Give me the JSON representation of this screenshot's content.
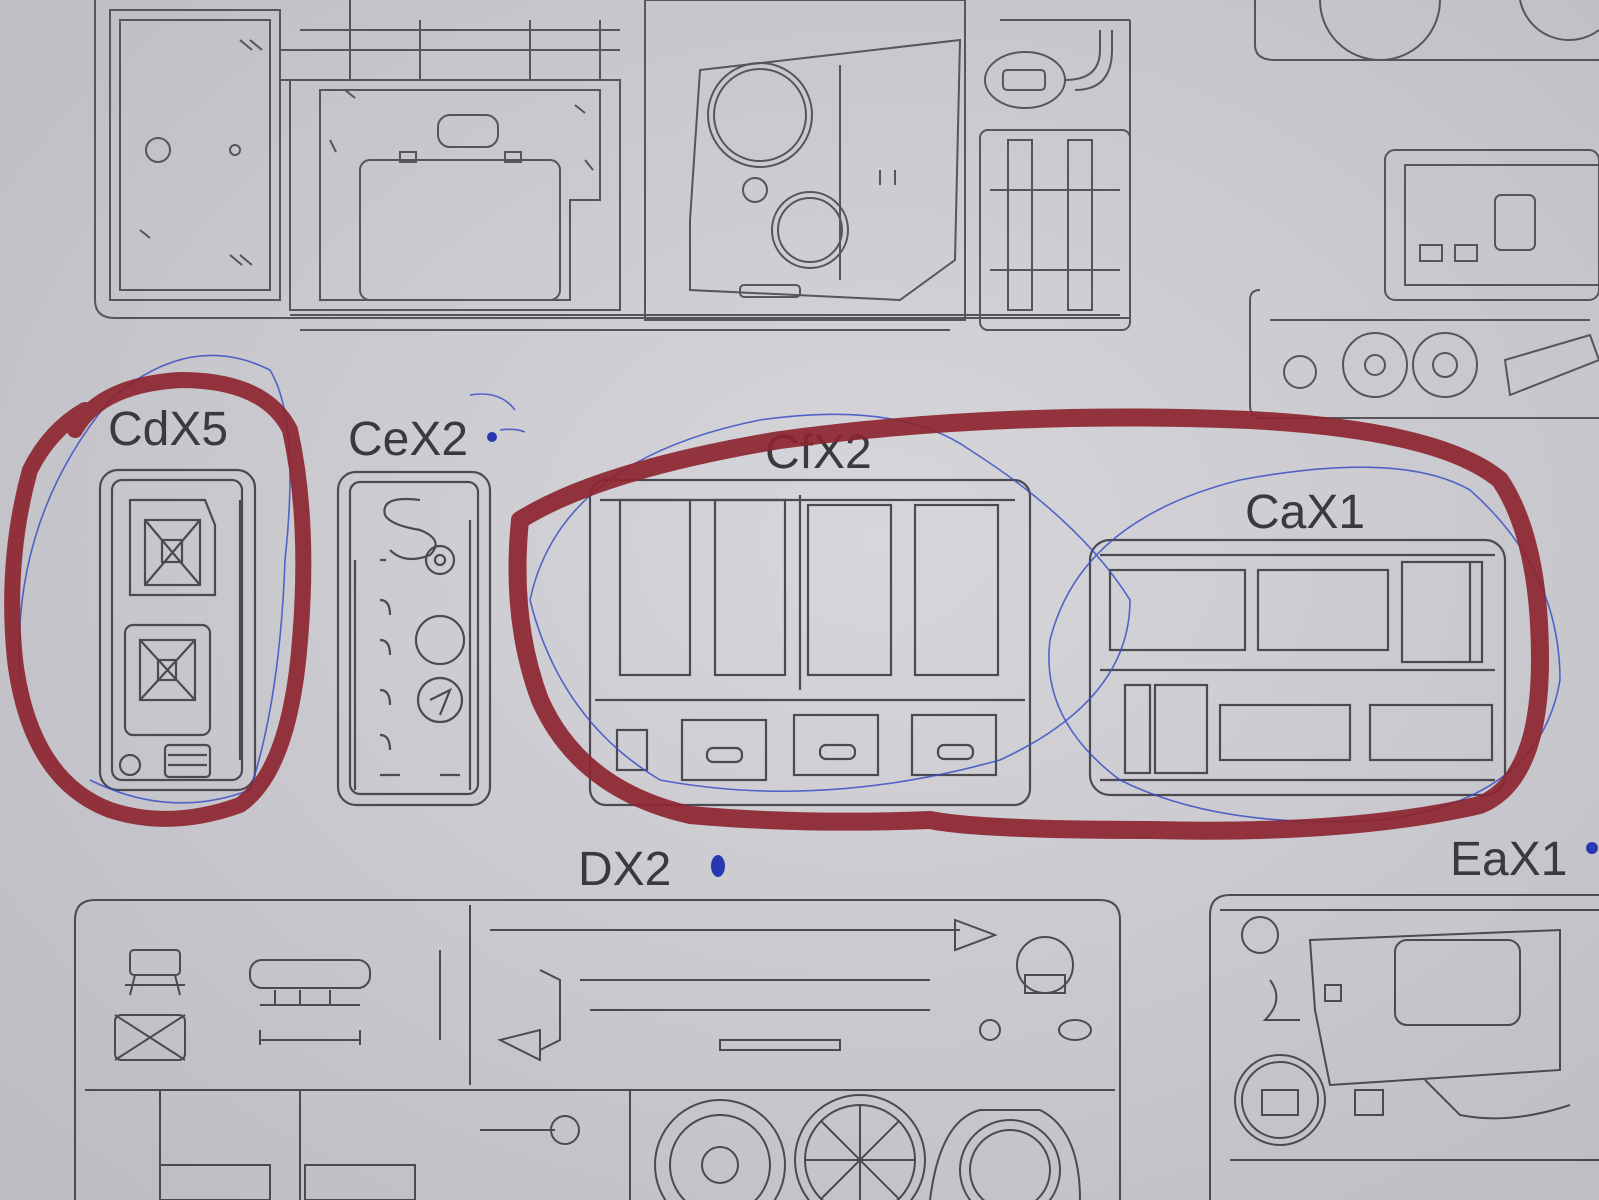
{
  "sprue_labels": {
    "cd": "CdX5",
    "ce": "CeX2",
    "cf": "CfX2",
    "ca": "CaX1",
    "d": "DX2",
    "ea": "EaX1"
  },
  "colors": {
    "paper": "#c9c9ce",
    "ink": "#3a3a3e",
    "marker_red": "#8c2530",
    "pen_blue": "#3c4fc4"
  }
}
